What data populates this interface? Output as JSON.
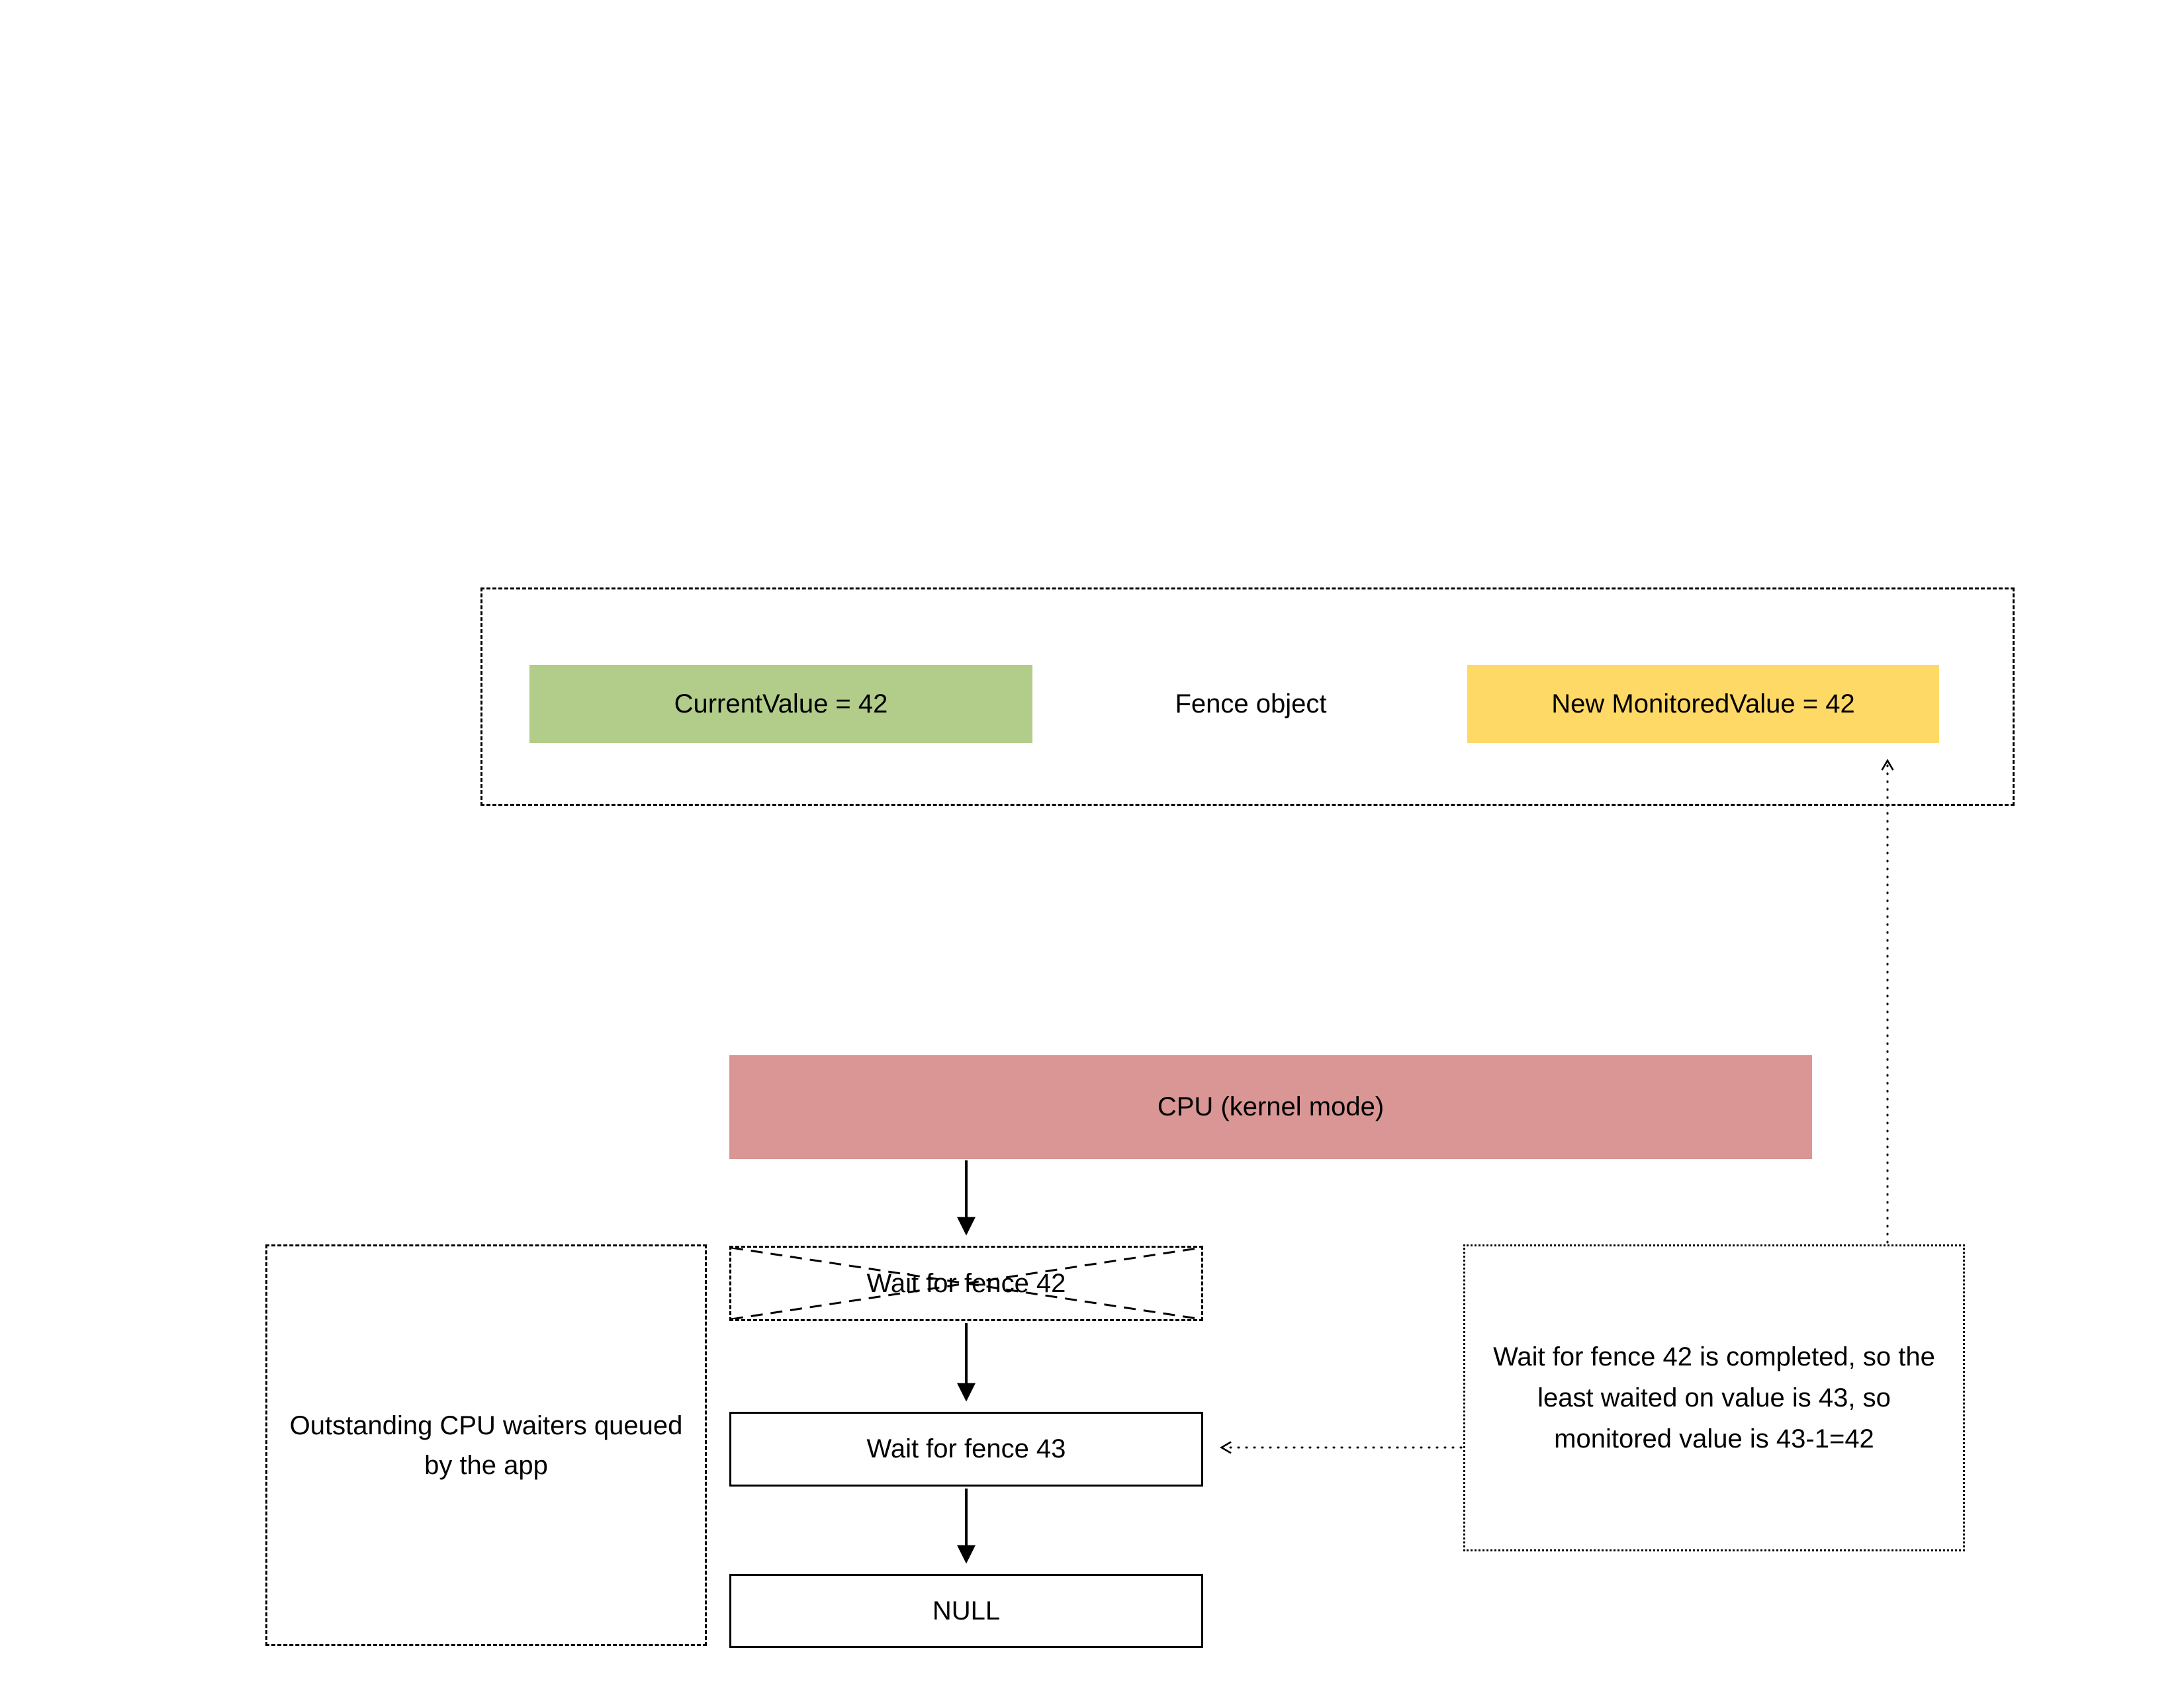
{
  "fence_object": {
    "title": "Fence object",
    "current_value_label": "CurrentValue = 42",
    "monitored_value_label": "New MonitoredValue = 42"
  },
  "cpu": {
    "label": "CPU (kernel mode)"
  },
  "waiter_queue": {
    "item_42": "Wait for fence 42",
    "item_43": "Wait for fence 43",
    "item_null": "NULL"
  },
  "waiters_caption": "Outstanding CPU waiters queued by the app",
  "note_text": "Wait for fence 42 is completed, so the least waited on value is 43, so monitored value is 43-1=42",
  "colors": {
    "current_value_bg": "#b2cc8a",
    "monitored_value_bg": "#ffd966",
    "cpu_bg": "#d99694",
    "stroke": "#000000"
  }
}
